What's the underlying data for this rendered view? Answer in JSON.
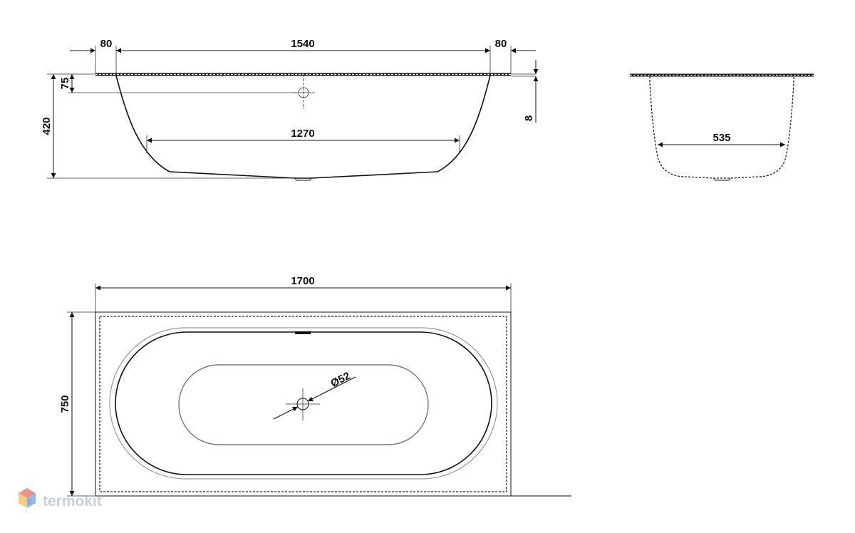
{
  "side_view": {
    "dim_rim_left": "80",
    "dim_inner_top": "1540",
    "dim_rim_right": "80",
    "dim_bottom_length": "1270",
    "dim_overflow_height": "75",
    "dim_total_height": "420",
    "dim_rim_thickness": "8"
  },
  "end_view": {
    "dim_bottom_width": "535"
  },
  "top_view": {
    "dim_length": "1700",
    "dim_width": "750",
    "dim_drain": "Ø52"
  },
  "watermark": {
    "text": "termokit",
    "colors": [
      "#e8635a",
      "#f2b84b",
      "#5aa0e6",
      "#7a63d8"
    ]
  }
}
